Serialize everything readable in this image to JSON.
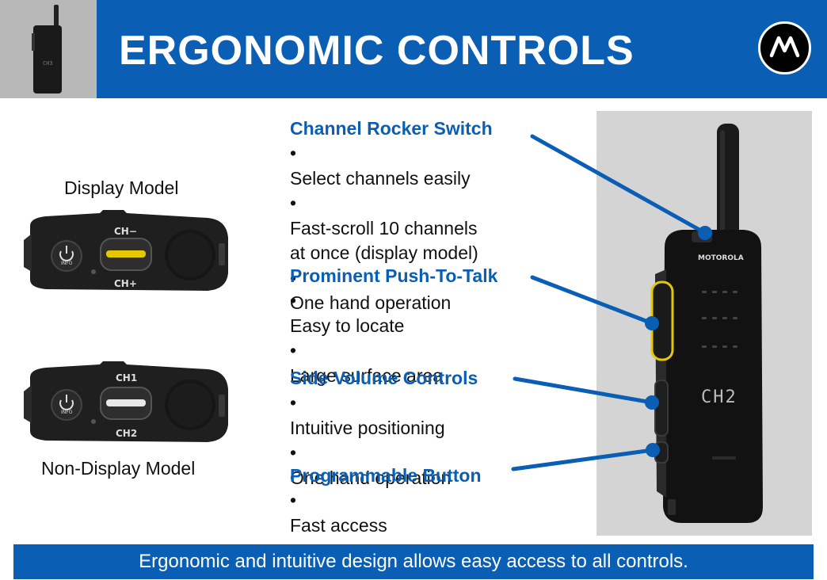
{
  "header": {
    "title": "ERGONOMIC CONTROLS"
  },
  "models": {
    "display_label": "Display Model",
    "non_display_label": "Non-Display Model",
    "display_top_labels": [
      "CH−",
      "CH+"
    ],
    "non_display_top_labels": [
      "CH1",
      "CH2"
    ],
    "power_label": "INFO"
  },
  "features": [
    {
      "title": "Channel Rocker Switch",
      "bullets": [
        [
          "Select channels easily"
        ],
        [
          "Fast-scroll 10 channels",
          "at once (display model)"
        ],
        [
          "One hand operation"
        ]
      ]
    },
    {
      "title": "Prominent Push-To-Talk",
      "bullets": [
        [
          "Easy to locate"
        ],
        [
          "Large surface area"
        ]
      ]
    },
    {
      "title": "Side Volume Controls",
      "bullets": [
        [
          "Intuitive positioning"
        ],
        [
          "One hand operation"
        ]
      ]
    },
    {
      "title": "Programmable Button",
      "bullets": [
        [
          "Fast access"
        ]
      ]
    }
  ],
  "radio": {
    "brand": "MOTOROLA",
    "display_text": "CH2",
    "thumb_label": "CH3"
  },
  "footer": {
    "text": "Ergonomic and intuitive design allows easy access to all controls."
  },
  "colors": {
    "accent_blue": "#0a5fb4",
    "ptt_yellow": "#e6c800"
  }
}
